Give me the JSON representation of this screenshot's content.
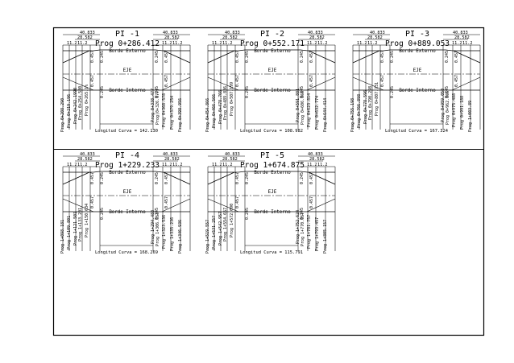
{
  "sheet": {
    "segment_labels": {
      "outer_total": "40.833",
      "inner": "28.582",
      "sub_a": "11.2",
      "sub_b": "11.2"
    },
    "edge_outer": "Borde Externo",
    "edge_inner": "Borde Interno",
    "axis": "EJE",
    "tick_small": "0.245",
    "tick_big": "0.457"
  },
  "panels": [
    {
      "id": "pi1",
      "title": "PI -1",
      "prog": "Prog 0+286.412",
      "curve_length": "Longitud Curva = 142.130",
      "left_progs": [
        "Prog 0+208.290",
        "Prog 0+219.196",
        "Prog 0+242.1990",
        "Prog 0+254.580",
        "Prog 0+265.1%"
      ],
      "right_progs": [
        "Prog 0+338.477",
        "Prog(0+326.077)",
        "Prog 0+368.578",
        "Prog 0+379.254",
        "Prog 0+398.956"
      ]
    },
    {
      "id": "pi2",
      "title": "PI -2",
      "prog": "Prog 0+552.171",
      "curve_length": "Longitud Curva = 108.982",
      "left_progs": [
        "Prog 0+454.866",
        "Prog 0+466.566",
        "Prog 0+478.766",
        "Prog 0+489.836",
        "Prog 0+507.199"
      ],
      "right_progs": [
        "Prog 0+591.881",
        "Prog 0+606.860",
        "Prog 0+623.814",
        "Prog 0+632.774",
        "Prog 0+644.414"
      ]
    },
    {
      "id": "pi3",
      "title": "PI -3",
      "prog": "Prog 0+889.053",
      "curve_length": "Longitud Curva = 167.324",
      "left_progs": [
        "Prog 0+755.198",
        "Prog 0+766.898",
        "Prog 0+778.596",
        "Prog 0+790.298",
        "Prog 0+807.731"
      ],
      "right_progs": [
        "Prog 0+959.050",
        "Prog 0+962.805",
        "Prog 0+975.488",
        "Prog 0+991.188",
        "Prog 1+003.89"
      ]
    },
    {
      "id": "pi4",
      "title": "PI -4",
      "prog": "Prog 1+229.233",
      "curve_length": "Longitud Curva = 168.269",
      "left_progs": [
        "Prog 1+098.181",
        "Prog 1+109.801",
        "Prog 1+121.501",
        "Prog 1+133.201",
        "Prog 1+150.634"
      ],
      "right_progs": [
        "Prog 1+294.483",
        "Prog 1+306.653",
        "Prog 1+323.536",
        "Prog 1+335.236",
        "Prog 1+346.936"
      ]
    },
    {
      "id": "pi5",
      "title": "PI -5",
      "prog": "Prog 1+674.875",
      "curve_length": "Longitud Curva = 115.791",
      "left_progs": [
        "Prog 1+519.557",
        "Prog 1+531.257",
        "Prog 1+542.957",
        "Prog 1+554.657",
        "Prog 1+572.090"
      ],
      "right_progs": [
        "Prog 1+752.624",
        "Prog 1+770.057",
        "Prog 1+781.757",
        "Prog 1+793.457",
        "Prog 1+805.157"
      ]
    }
  ]
}
